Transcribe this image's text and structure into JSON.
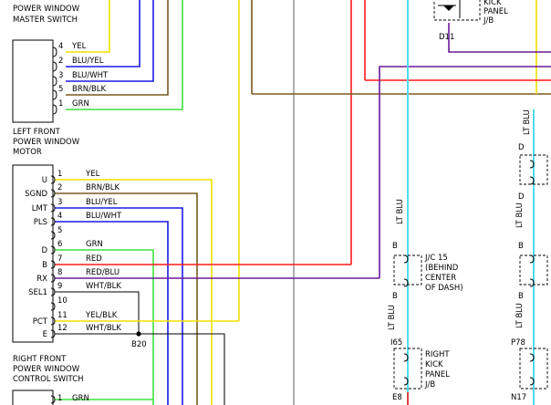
{
  "master_switch": {
    "title_line1": "POWER WINDOW",
    "title_line2": "MASTER SWITCH",
    "pins": [
      {
        "num": "4",
        "label": "YEL"
      },
      {
        "num": "2",
        "label": "BLU/YEL"
      },
      {
        "num": "3",
        "label": "BLU/WHT"
      },
      {
        "num": "5",
        "label": "BRN/BLK"
      },
      {
        "num": "1",
        "label": "GRN"
      }
    ]
  },
  "left_motor": {
    "title_line1": "LEFT FRONT",
    "title_line2": "POWER WINDOW",
    "title_line3": "MOTOR"
  },
  "right_switch": {
    "title_line1": "RIGHT FRONT",
    "title_line2": "POWER WINDOW",
    "title_line3": "CONTROL SWITCH",
    "pins": [
      {
        "term": "U",
        "num": "1",
        "label": "YEL"
      },
      {
        "term": "SGND",
        "num": "2",
        "label": "BRN/BLK"
      },
      {
        "term": "LMT",
        "num": "3",
        "label": "BLU/YEL"
      },
      {
        "term": "PLS",
        "num": "4",
        "label": "BLU/WHT"
      },
      {
        "term": "",
        "num": "5",
        "label": ""
      },
      {
        "term": "D",
        "num": "6",
        "label": "GRN"
      },
      {
        "term": "B",
        "num": "7",
        "label": "RED"
      },
      {
        "term": "RX",
        "num": "8",
        "label": "RED/BLU"
      },
      {
        "term": "SEL1",
        "num": "9",
        "label": "WHT/BLK"
      },
      {
        "term": "",
        "num": "10",
        "label": ""
      },
      {
        "term": "PCT",
        "num": "11",
        "label": "YEL/BLK"
      },
      {
        "term": "E",
        "num": "12",
        "label": "WHT/BLK"
      }
    ],
    "splice": "B20"
  },
  "bottom_pin": {
    "num": "1",
    "label": "GRN"
  },
  "top_kick_panel": {
    "line1": "KICK",
    "line2": "PANEL",
    "line3": "J/B",
    "connector": "D11"
  },
  "middle_column": {
    "wire_top": "LT BLU",
    "jc": {
      "pin_top": "B",
      "pin_bottom": "B",
      "line1": "J/C 15",
      "line2": "(BEHIND",
      "line3": "CENTER",
      "line4": "OF DASH)"
    },
    "wire_mid": "LT BLU",
    "connector": "I65",
    "kick": {
      "line1": "RIGHT",
      "line2": "KICK",
      "line3": "PANEL",
      "line4": "J/B"
    },
    "bottom_connector": "E8"
  },
  "right_column": {
    "wire_top": "LT BLU",
    "pin_d_top": "D",
    "pin_d_bottom": "D",
    "wire_2": "LT BLU",
    "pin_b_top": "B",
    "pin_b_bottom": "B",
    "wire_3": "LT BLU",
    "connector": "P78",
    "bottom_connector": "N17"
  },
  "colors": {
    "yellow": "#f0e000",
    "brown": "#7a5a1e",
    "blue": "#1a1ae6",
    "green": "#3ee03e",
    "red": "#ff1a1a",
    "purple": "#6a1a9a",
    "light_blue": "#4fdcef",
    "grey": "#8c8c8c"
  }
}
